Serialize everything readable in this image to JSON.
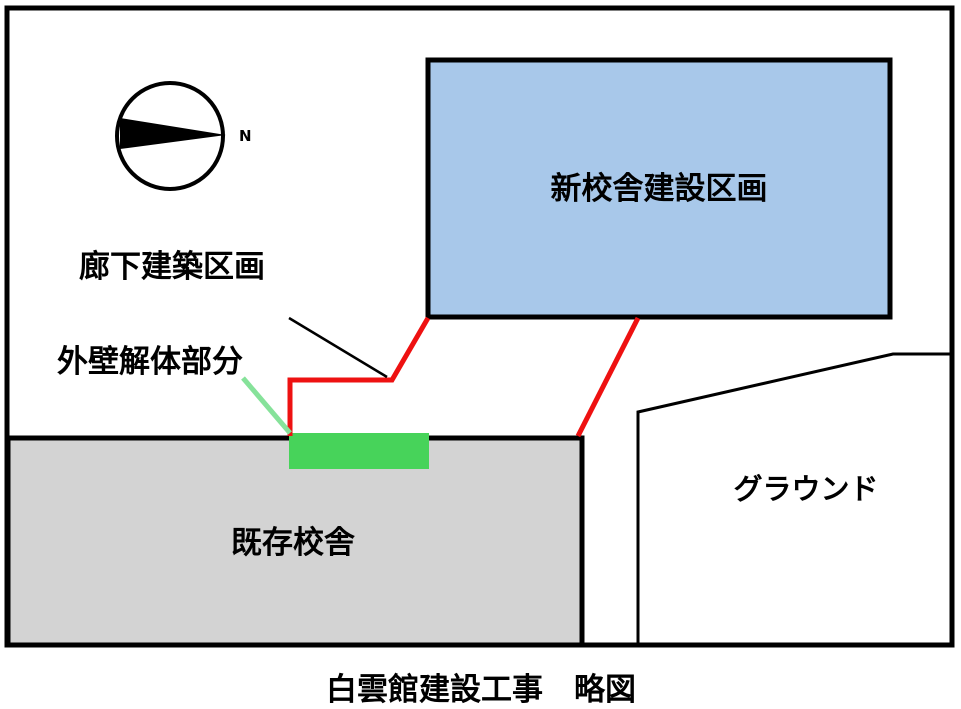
{
  "labels": {
    "new_building": "新校舎建設区画",
    "corridor": "廊下建築区画",
    "wall_demolition": "外壁解体部分",
    "existing_building": "既存校舎",
    "ground": "グラウンド",
    "caption": "白雲館建設工事　略図",
    "compass_north": "N"
  },
  "colors": {
    "new_building_fill": "#a8c8ea",
    "existing_building_fill": "#d3d3d3",
    "demolition_fill": "#47d35a",
    "demolition_leader": "#86e29a",
    "corridor_line": "#ee1111",
    "outline": "#000000"
  }
}
